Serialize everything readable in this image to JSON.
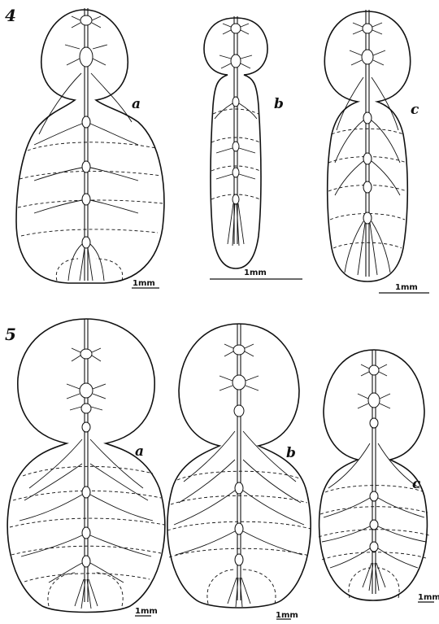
{
  "figures": [
    {
      "number": "4",
      "panels": [
        {
          "letter": "a",
          "scale_label": "1mm"
        },
        {
          "letter": "b",
          "scale_label": "1mm"
        },
        {
          "letter": "c",
          "scale_label": "1mm"
        }
      ]
    },
    {
      "number": "5",
      "panels": [
        {
          "letter": "a",
          "scale_label": "1mm"
        },
        {
          "letter": "b",
          "scale_label": "1mm"
        },
        {
          "letter": "c",
          "scale_label": "1mm"
        }
      ]
    }
  ]
}
